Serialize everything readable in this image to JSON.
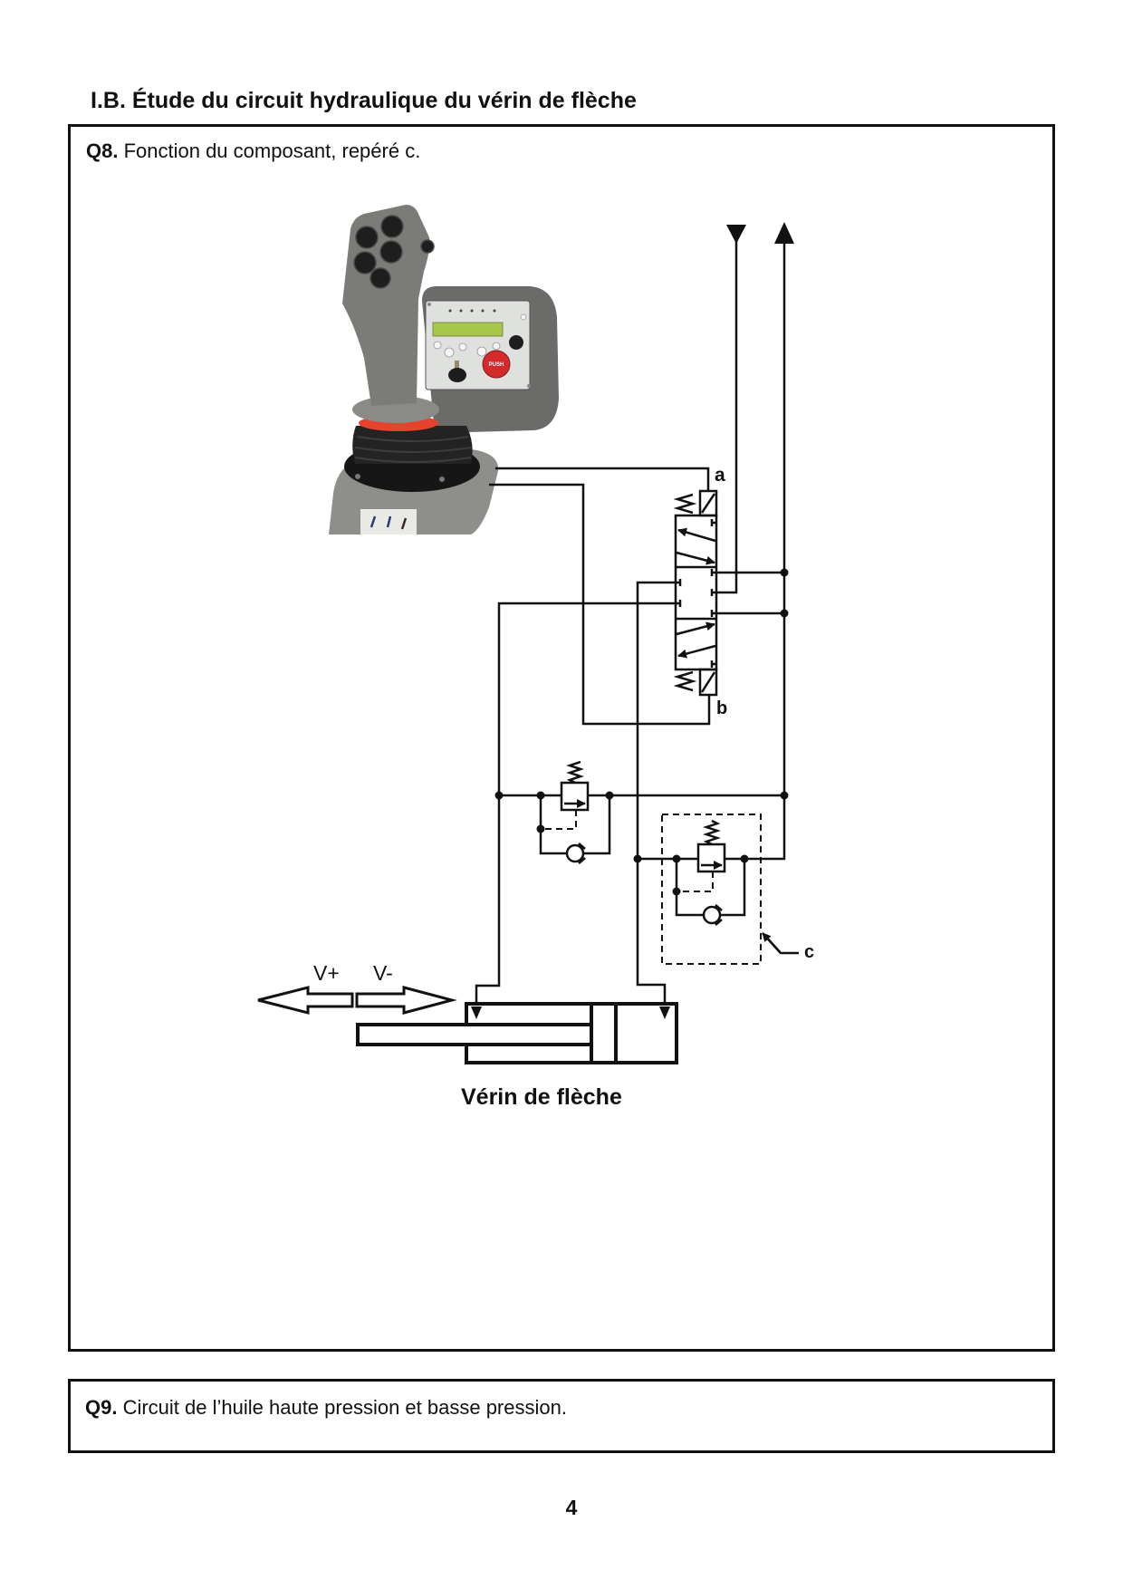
{
  "document": {
    "section_heading": "I.B. Étude du circuit hydraulique du vérin de flèche",
    "page_number": "4"
  },
  "questions": [
    {
      "number": "Q8.",
      "text": " Fonction du composant, repéré c."
    },
    {
      "number": "Q9.",
      "text": " Circuit de l’huile haute pression et basse pression."
    }
  ],
  "diagram": {
    "port_labels": {
      "a": "a",
      "b": "b"
    },
    "component_label": "c",
    "motion_labels": {
      "extend": "V+",
      "retract": "V-"
    },
    "cylinder_caption": "Vérin de flèche",
    "photo": {
      "emergency_button_text": "PUSH"
    }
  },
  "colors": {
    "ink": "#111111",
    "paper": "#ffffff",
    "joystick_grey": "#7b7c78",
    "lcd_green": "#a8c64c",
    "emergency_red": "#d32a2b",
    "ring_red": "#e8412c"
  }
}
